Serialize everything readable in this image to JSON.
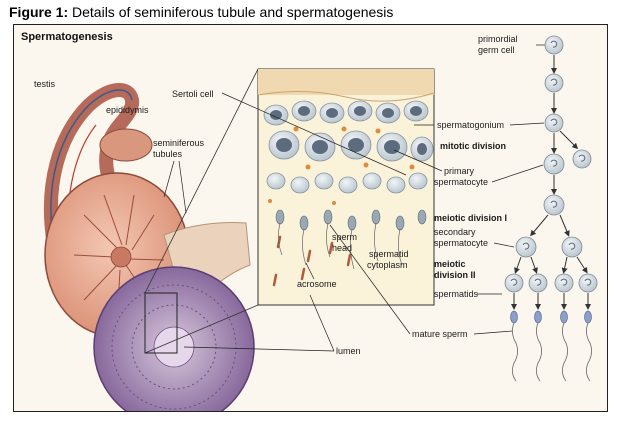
{
  "caption": {
    "prefix": "Figure 1:",
    "text": " Details of seminiferous tubule and spermatogenesis"
  },
  "diagram": {
    "title": "Spermatogenesis",
    "labels": {
      "testis": "testis",
      "epididymis": "epididymis",
      "seminiferous_1": "seminiferous",
      "seminiferous_2": "tubules",
      "sertoli": "Sertoli cell",
      "sperm_head_1": "sperm",
      "sperm_head_2": "head",
      "spermatid_1": "spermatid",
      "spermatid_2": "cytoplasm",
      "acrosome": "acrosome",
      "lumen": "lumen",
      "mature_sperm": "mature sperm",
      "primordial_1": "primordial",
      "primordial_2": "germ cell",
      "spermatogonium": "spermatogonium",
      "mitotic": "mitotic division",
      "primary_1": "primary",
      "primary_2": "spermatocyte",
      "meiotic1": "meiotic division I",
      "secondary_1": "secondary",
      "secondary_2": "spermatocyte",
      "meiotic2_1": "meiotic",
      "meiotic2_2": "division II",
      "spermatids": "spermatids"
    }
  },
  "colors": {
    "frame_bg": "#fbf7ee",
    "tissue_pink": "#e6a68d",
    "tubule_purple": "#8a6b9e",
    "cell_gray": "#c9d4dc",
    "nucleus": "#5c6b7d"
  }
}
